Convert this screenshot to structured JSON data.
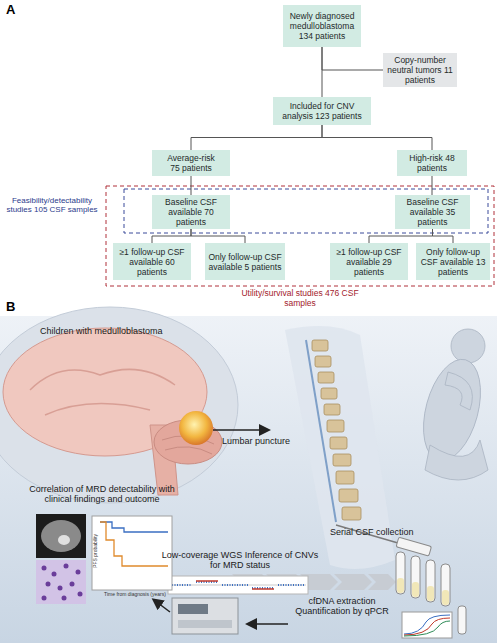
{
  "diagram": {
    "nodes": [
      {
        "text": [
          "Newly diagnosed medulloblastoma 134 patients"
        ]
      },
      {
        "text": [
          "Copy-number neutral tumors 11 patients"
        ]
      },
      {
        "text": [
          "Included for CNV analysis 123 patients"
        ]
      },
      {
        "text": [
          "Average-risk 75 patients"
        ]
      },
      {
        "text": [
          "High-risk 48 patients"
        ]
      },
      {
        "text": [
          "Baseline CSF available 70 patients"
        ]
      },
      {
        "text": [
          "Baseline CSF available 35 patients"
        ]
      },
      {
        "text": [
          "≥1 follow-up CSF available 60 patients"
        ]
      },
      {
        "text": [
          "Only follow-up CSF available 5 patients"
        ]
      },
      {
        "text": [
          "≥1 follow-up CSF available 29 patients"
        ]
      },
      {
        "text": [
          "Only follow-up CSF available 13 patients"
        ]
      }
    ],
    "edges": [
      {
        "from": 0,
        "to": 1,
        "arrow": "none"
      },
      {
        "from": 0,
        "to": 2,
        "arrow": "none"
      },
      {
        "from": 2,
        "to": 3,
        "arrow": "none"
      },
      {
        "from": 2,
        "to": 4,
        "arrow": "none"
      },
      {
        "from": 3,
        "to": 5,
        "arrow": "none"
      },
      {
        "from": 4,
        "to": 6,
        "arrow": "none"
      },
      {
        "from": 5,
        "to": 7,
        "arrow": "none"
      },
      {
        "from": 5,
        "to": 8,
        "arrow": "none"
      },
      {
        "from": 6,
        "to": 9,
        "arrow": "none"
      },
      {
        "from": 6,
        "to": 10,
        "arrow": "none"
      }
    ],
    "labels": [
      "A",
      "Feasibility/detectability studies 105 CSF samples",
      "Utility/survival studies 476 CSF samples",
      "B",
      "Children with medulloblastoma",
      "Lumbar puncture",
      "Serial CSF collection",
      "cfDNA extraction Quantification by qPCR",
      "Low-coverage WGS Inference of CNVs for MRD status",
      "Correlation of MRD detectability with clinical findings and outcome",
      "PFS probability",
      "Time from diagnosis (years)"
    ]
  }
}
